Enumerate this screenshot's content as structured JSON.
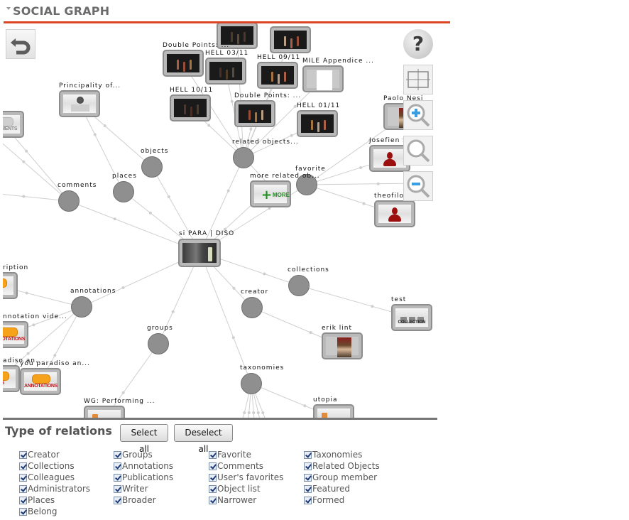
{
  "header": {
    "title": "SOCIAL GRAPH",
    "accent_color": "#dd4422"
  },
  "controls": {
    "back": "undo-icon",
    "help": "?",
    "fit": "fit-view-icon",
    "zoom_in": "zoom-in-icon",
    "zoom_reset": "zoom-reset-icon",
    "zoom_out": "zoom-out-icon"
  },
  "graph": {
    "center": {
      "label": "si PARA | DISO"
    },
    "relation_nodes": [
      {
        "id": "objects",
        "label": "objects"
      },
      {
        "id": "places",
        "label": "places"
      },
      {
        "id": "comments",
        "label": "comments"
      },
      {
        "id": "related",
        "label": "related objects..."
      },
      {
        "id": "favorite",
        "label": "favorite"
      },
      {
        "id": "collections",
        "label": "collections"
      },
      {
        "id": "creator",
        "label": "creator"
      },
      {
        "id": "annotations",
        "label": "annotations"
      },
      {
        "id": "groups",
        "label": "groups"
      },
      {
        "id": "taxonomies",
        "label": "taxonomies"
      }
    ],
    "object_cards": [
      {
        "label": "",
        "kind": "video"
      },
      {
        "label": "",
        "kind": "video"
      },
      {
        "label": "Double Points: ...",
        "kind": "video"
      },
      {
        "label": "HELL 03/11",
        "kind": "video"
      },
      {
        "label": "HELL 09/11",
        "kind": "video"
      },
      {
        "label": "MILE Appendice ...",
        "kind": "document"
      },
      {
        "label": "HELL 10/11",
        "kind": "video"
      },
      {
        "label": "Double Points: ...",
        "kind": "video"
      },
      {
        "label": "HELL 01/11",
        "kind": "video"
      },
      {
        "label": "Principality of...",
        "kind": "place"
      },
      {
        "label": "",
        "kind": "comment",
        "badge": "COMMENTS"
      },
      {
        "label": "Paolo Nesi",
        "kind": "user-photo"
      },
      {
        "label": "Josefien S...",
        "kind": "user"
      },
      {
        "label": "theofilos",
        "kind": "user"
      },
      {
        "label": "more related ob...",
        "kind": "more",
        "badge": "MORE"
      },
      {
        "label": "test",
        "kind": "collection",
        "badge": "COLLECTION"
      },
      {
        "label": "erik lint",
        "kind": "user-photo"
      },
      {
        "label": "ription",
        "kind": "annotation",
        "badge": "ONS"
      },
      {
        "label": "nnotation vide...",
        "kind": "annotation",
        "badge": "ANNOTATIONS"
      },
      {
        "label": "adiso an...",
        "kind": "annotation",
        "badge": "ONS"
      },
      {
        "label": "you paradiso an...",
        "kind": "annotation",
        "badge": "ANNOTATIONS"
      },
      {
        "label": "WG: Performing ...",
        "kind": "group"
      },
      {
        "label": "utopia",
        "kind": "taxonomy"
      }
    ]
  },
  "relations": {
    "title": "Type of relations",
    "select_all": "Select all",
    "deselect_all": "Deselect all",
    "columns": [
      [
        {
          "label": "Creator",
          "checked": true
        },
        {
          "label": "Collections",
          "checked": true
        },
        {
          "label": "Colleagues",
          "checked": true
        },
        {
          "label": "Administrators",
          "checked": true
        },
        {
          "label": "Places",
          "checked": true
        },
        {
          "label": "Belong",
          "checked": true
        }
      ],
      [
        {
          "label": "Groups",
          "checked": true
        },
        {
          "label": "Annotations",
          "checked": true
        },
        {
          "label": "Publications",
          "checked": true
        },
        {
          "label": "Writer",
          "checked": true
        },
        {
          "label": "Broader",
          "checked": true
        }
      ],
      [
        {
          "label": "Favorite",
          "checked": true
        },
        {
          "label": "Comments",
          "checked": true
        },
        {
          "label": "User's favorites",
          "checked": true
        },
        {
          "label": "Object list",
          "checked": true
        },
        {
          "label": "Narrower",
          "checked": true
        }
      ],
      [
        {
          "label": "Taxonomies",
          "checked": true
        },
        {
          "label": "Related Objects",
          "checked": true
        },
        {
          "label": "Group member",
          "checked": true
        },
        {
          "label": "Featured",
          "checked": true
        },
        {
          "label": "Formed",
          "checked": true
        }
      ]
    ]
  }
}
